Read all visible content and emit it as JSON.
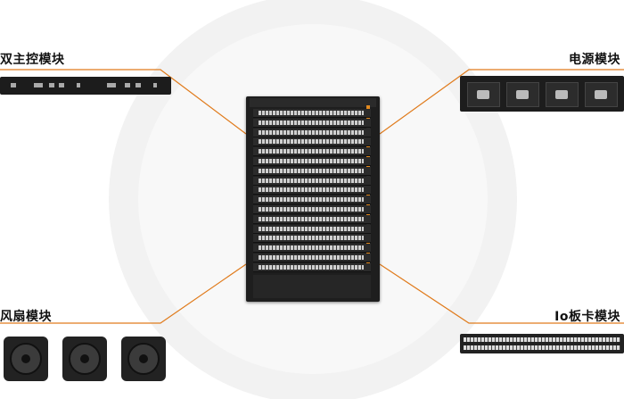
{
  "labels": {
    "dual_mpu": "双主控模块",
    "power": "电源模块",
    "fan": "风扇模块",
    "io_card": "Io板卡模块"
  },
  "colors": {
    "connector": "#e07b1c",
    "chassis": "#1e1e1e",
    "accent_strip": "#e38a1f"
  },
  "icons": {
    "chassis": "network-switch-chassis",
    "mpu": "main-control-card",
    "psu": "power-supply-unit",
    "fan": "cooling-fan",
    "io": "io-line-card"
  }
}
